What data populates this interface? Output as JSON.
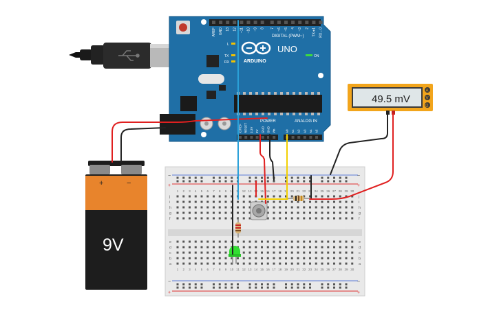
{
  "arduino": {
    "brand": "ARDUINO",
    "model": "UNO",
    "header_digital": "DIGITAL (PWM~)",
    "header_power": "POWER",
    "header_analog": "ANALOG IN",
    "led_l": "L",
    "led_tx": "TX",
    "led_rx": "RX",
    "led_on": "ON",
    "top_pins": [
      "AREF",
      "GND",
      "13",
      "12",
      "~11",
      "~10",
      "~9",
      "8",
      "7",
      "~6",
      "~5",
      "4",
      "~3",
      "2",
      "TX➜1",
      "RX←0"
    ],
    "power_pins": [
      "IOREF",
      "RESET",
      "3.3V",
      "5V",
      "GND",
      "GND",
      "Vin"
    ],
    "analog_pins": [
      "A0",
      "A1",
      "A2",
      "A3",
      "A4",
      "A5"
    ]
  },
  "battery": {
    "label": "9V",
    "plus": "+",
    "minus": "−"
  },
  "multimeter": {
    "reading": "49.5 mV",
    "mode_a": "A",
    "mode_v": "V",
    "mode_o": "Ω"
  },
  "breadboard": {
    "rail_plus": "+",
    "rail_minus": "−",
    "row_letters_top": [
      "j",
      "i",
      "h",
      "g",
      "f"
    ],
    "row_letters_bottom": [
      "e",
      "d",
      "c",
      "b",
      "a"
    ],
    "column_numbers": [
      "1",
      "2",
      "3",
      "4",
      "5",
      "6",
      "7",
      "8",
      "9",
      "10",
      "11",
      "12",
      "13",
      "14",
      "15",
      "16",
      "17",
      "18",
      "19",
      "20",
      "21",
      "22",
      "23",
      "24",
      "25",
      "26",
      "27",
      "28",
      "29",
      "30"
    ]
  },
  "colors": {
    "arduino_blue": "#1f6fa6",
    "wire_red": "#e02020",
    "wire_black": "#222222",
    "wire_yellow": "#f2d000",
    "wire_blue": "#2aa0d8",
    "led_green": "#33dd33",
    "meter_frame": "#f2a51c",
    "battery_orange": "#e8842c"
  }
}
